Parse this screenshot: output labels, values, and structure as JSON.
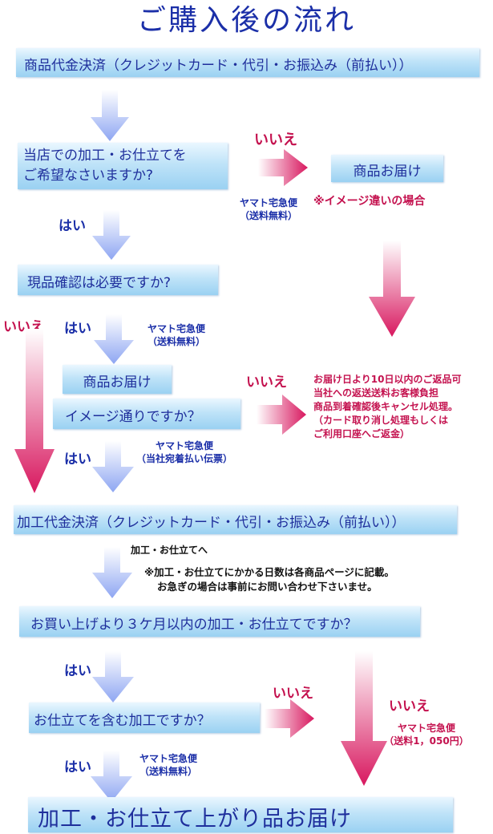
{
  "title": "ご購入後の流れ",
  "steps": {
    "payment1": "商品代金決済（クレジットカード・代引・お振込み（前払い））",
    "q_processing_1": "当店での加工・お仕立てを",
    "q_processing_2": "ご希望なさいますか?",
    "delivery_top": "商品お届け",
    "q_confirm": "現品確認は必要ですか?",
    "delivery_mid": "商品お届け",
    "q_image": "イメージ通りですか？",
    "payment2": "加工代金決済（クレジットカード・代引・お振込み（前払い））",
    "q_three_months": "お買い上げより３ケ月以内の加工・お仕立てですか？",
    "q_sewing": "お仕立てを含む加工ですか？",
    "final": "加工・お仕立て上がり品お届け"
  },
  "labels": {
    "yes": "はい",
    "no": "いいえ"
  },
  "notes": {
    "yamato_free_1": "ヤマト宅急便",
    "yamato_free_2": "（送料無料）",
    "image_diff": "※イメージ違いの場合",
    "yamato_free_b1": "ヤマト宅急便",
    "yamato_free_b2": "（送料無料）",
    "return_lines": [
      "お届け日より10日以内のご返品可",
      "当社への返送送料お客様負担",
      "商品到着確認後キャンセル処理。",
      "（カード取り消し処理もしくは",
      "ご利用口座へご返金）"
    ],
    "yamato_cod_1": "ヤマト宅急便",
    "yamato_cod_2": "（当社宛着払い伝票）",
    "to_processing": "加工・お仕立てへ",
    "days_1": "※加工・お仕立てにかかる日数は各商品ページに記載。",
    "days_2": "お急ぎの場合は事前にお問い合わせ下さいませ。",
    "yamato_paid_1": "ヤマト宅急便",
    "yamato_paid_2": "（送料1，050円）",
    "yamato_free_c1": "ヤマト宅急便",
    "yamato_free_c2": "（送料無料）"
  },
  "colors": {
    "title": "#1b2fa8",
    "box_text": "#1f2f9c",
    "yes_arrow": "#8ea6f2",
    "no_arrow": "#d8185f",
    "no_text": "#c4124f"
  }
}
